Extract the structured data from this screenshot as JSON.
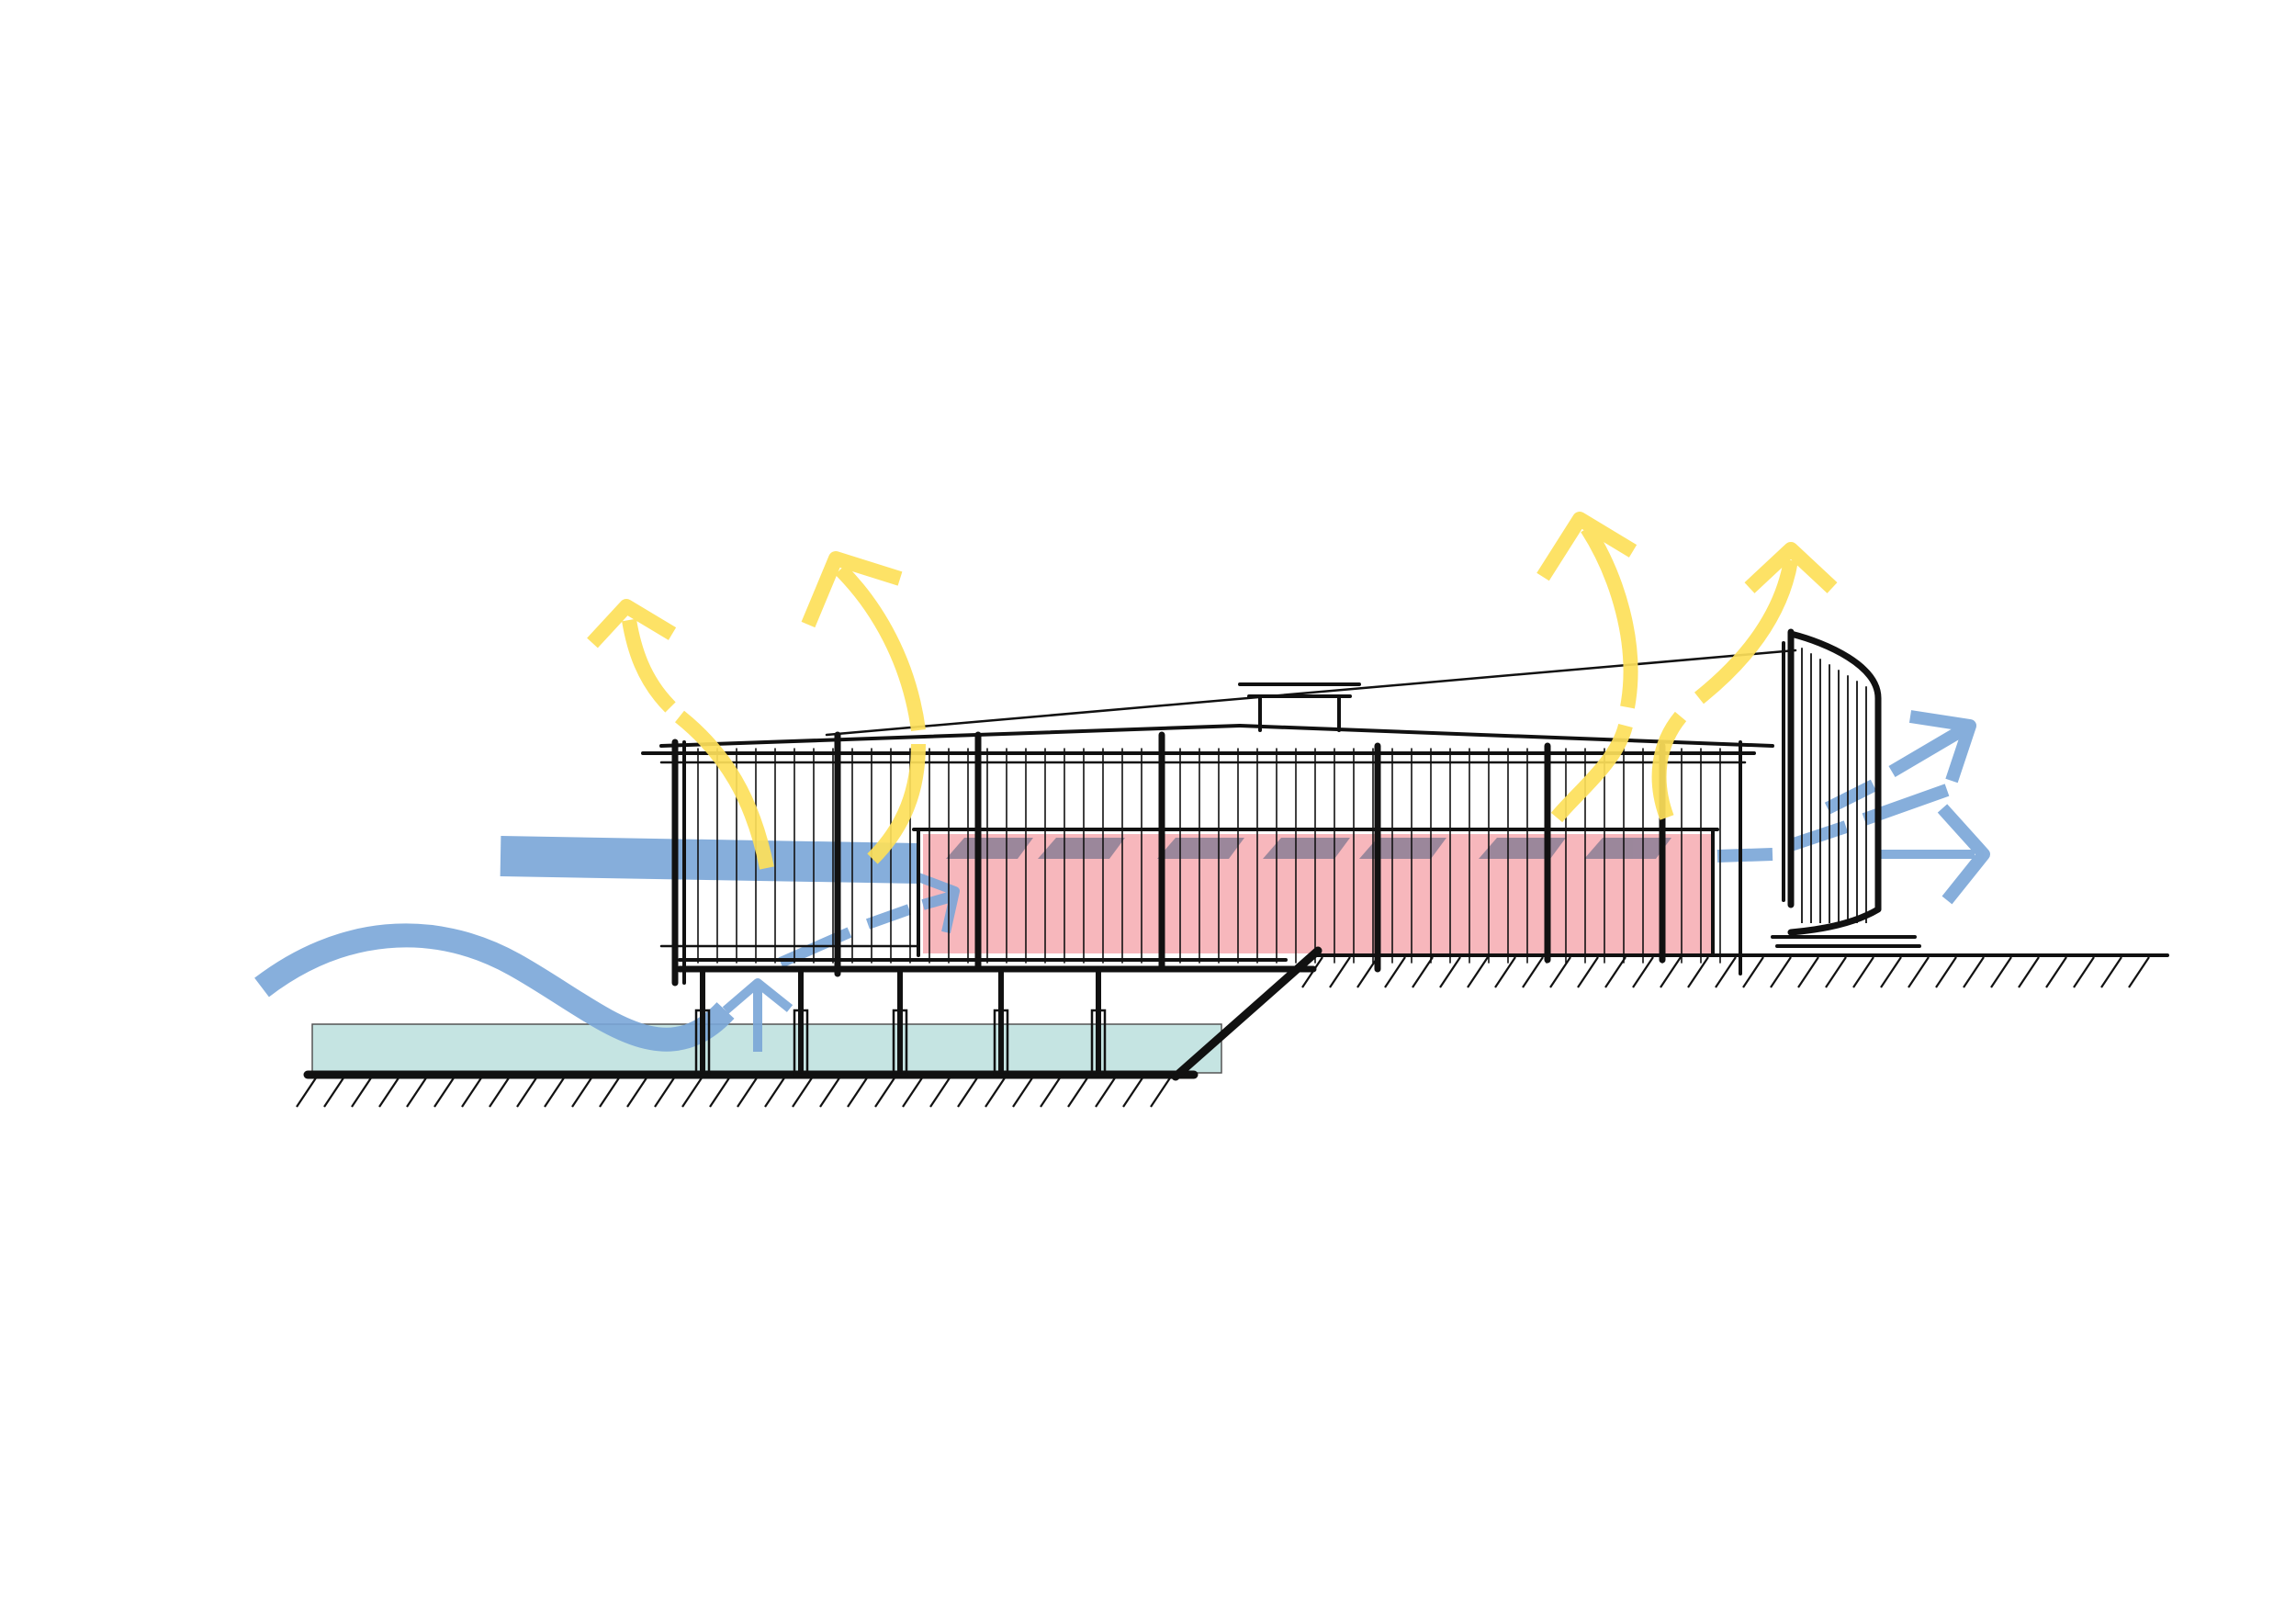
{
  "diagram": {
    "type": "architectural-section-sketch",
    "colors": {
      "ink": "#111111",
      "heat_arrows": "#fde05a",
      "air_flow": "#7aa6d8",
      "interior_zone": "#f6aab0",
      "skylights": "#8c7f96",
      "water": "#c5e4e2",
      "background": "#ffffff"
    },
    "elements": [
      "ground-line-hatched",
      "water-pool",
      "pilotis-columns",
      "glazed-facade-mullions",
      "sloped-roof-line",
      "roof-lantern",
      "interior-heated-zone",
      "ceiling-skylights",
      "wind-shield-curved-screen",
      "warm-air-exhaust-arrows",
      "cool-air-intake-flow",
      "wave-air-current"
    ]
  }
}
